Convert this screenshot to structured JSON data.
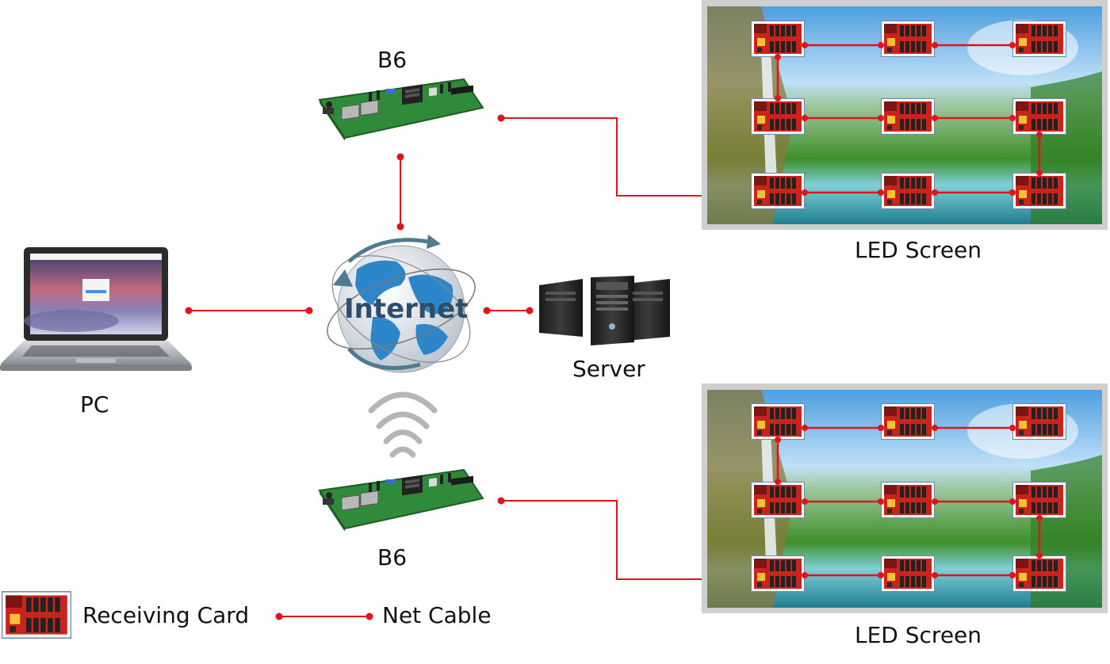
{
  "labels": {
    "b6_top": "B6",
    "b6_bottom": "B6",
    "pc": "PC",
    "server": "Server",
    "internet": "Internet",
    "led_top": "LED Screen",
    "led_bottom": "LED Screen"
  },
  "legend": {
    "receiving_card": "Receiving Card",
    "net_cable": "Net Cable"
  },
  "colors": {
    "cable": "#e1141b",
    "globe_ocean": "#dfe5ea",
    "globe_land": "#2c86c9",
    "board": "#2f8a3a",
    "card": "#c8241b",
    "screen_frame": "#cfcfcf"
  },
  "icons": [
    "laptop-icon",
    "globe-icon",
    "server-icon",
    "controller-board-icon",
    "receiving-card-icon",
    "wifi-signal-icon"
  ]
}
